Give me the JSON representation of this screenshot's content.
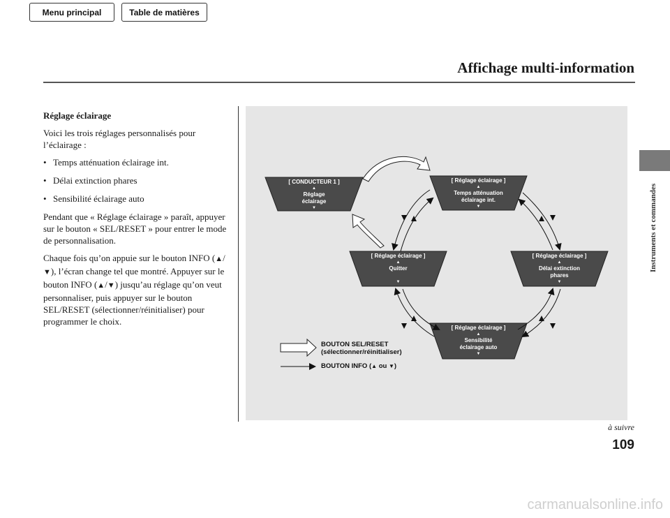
{
  "nav": {
    "menu_label": "Menu principal",
    "toc_label": "Table de matières"
  },
  "header": {
    "title": "Affichage multi-information"
  },
  "sidebar": {
    "section_label": "Instruments et commandes"
  },
  "body": {
    "heading": "Réglage éclairage",
    "intro": "Voici les trois réglages personnalisés pour l’éclairage :",
    "bullets": [
      "Temps atténuation éclairage int.",
      "Délai extinction phares",
      "Sensibilité éclairage auto"
    ],
    "para1": "Pendant que « Réglage éclairage » paraît, appuyer sur le bouton « SEL/RESET » pour entrer le mode de personnalisation.",
    "para2_a": "Chaque fois qu’on appuie sur le bouton INFO (",
    "para2_b": "), l’écran change tel que montré. Appuyer sur le bouton INFO (",
    "para2_c": ") jusqu’au réglage qu’on veut personnaliser, puis appuyer sur le bouton SEL/RESET (sélectionner/réinitialiser) pour programmer le choix."
  },
  "diagram": {
    "screens": {
      "conducteur": {
        "title": "[ CONDUCTEUR 1 ]",
        "line1": "Réglage",
        "line2": "éclairage"
      },
      "temps": {
        "title": "[ Réglage éclairage ]",
        "line1": "Temps atténuation",
        "line2": "éclairage int."
      },
      "quitter": {
        "title": "[ Réglage éclairage ]",
        "line1": "Quitter"
      },
      "delai": {
        "title": "[ Réglage éclairage ]",
        "line1": "Délai extinction",
        "line2": "phares"
      },
      "sensibilite": {
        "title": "[ Réglage éclairage ]",
        "line1": "Sensibilité",
        "line2": "éclairage auto"
      }
    },
    "legend": {
      "sel_line1": "BOUTON SEL/RESET",
      "sel_line2": "(sélectionner/réinitialiser)",
      "info_a": "BOUTON INFO (",
      "info_ou": "ou",
      "info_b": ")"
    }
  },
  "footer": {
    "continued": "à suivre",
    "page_number": "109"
  },
  "watermark": "carmanualsonline.info"
}
